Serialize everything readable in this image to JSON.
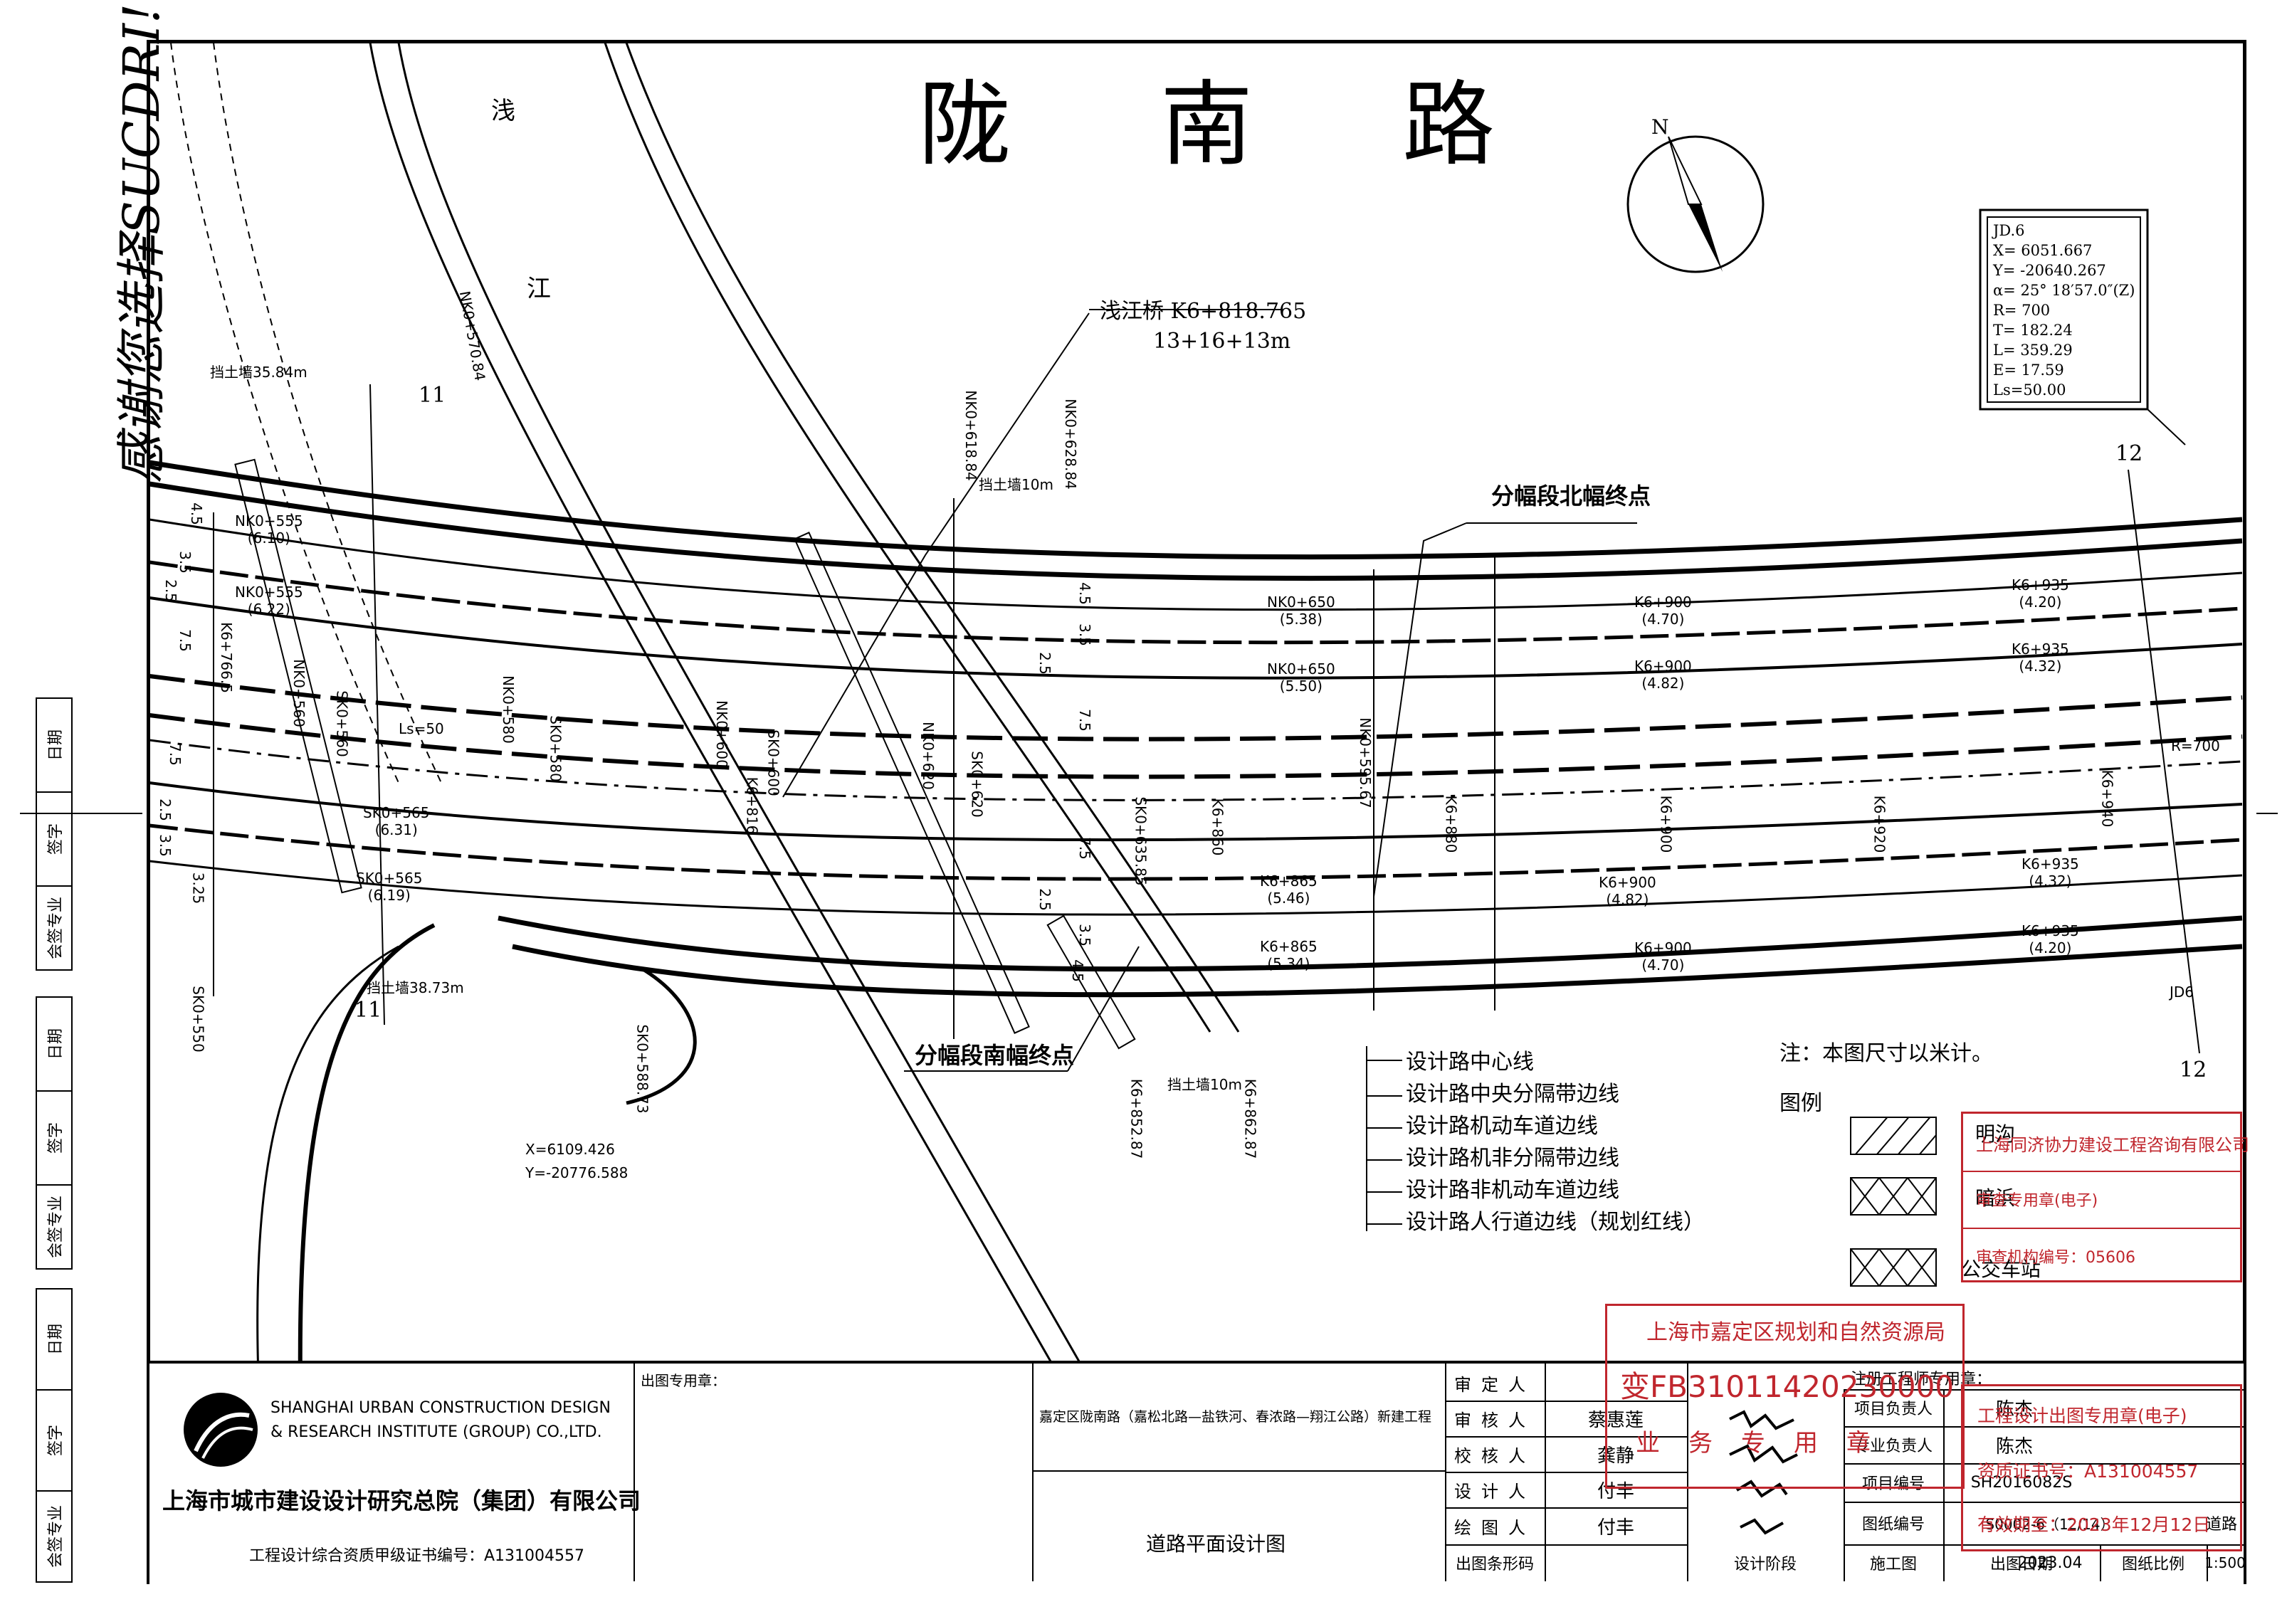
{
  "drawing": {
    "road_name": "陇南路",
    "bridge_label": "浅江桥 K6+818.765",
    "bridge_span": "13+16+13m",
    "river_chars": [
      "浅",
      "江"
    ],
    "north_label": "N",
    "jd6": {
      "lines": [
        "JD.6",
        "X= 6051.667",
        "Y= -20640.267",
        "α= 25° 18′57.0″(Z)",
        "R= 700",
        "T= 182.24",
        "L= 359.29",
        "E= 17.59",
        "Ls=50.00"
      ]
    },
    "callouts": {
      "north_end": "分幅段北幅终点",
      "south_end": "分幅段南幅终点"
    },
    "wall_labels": [
      "挡土墙35.84m",
      "挡土墙10m",
      "挡土墙38.73m",
      "挡土墙10m"
    ],
    "section_labels": [
      "11",
      "11",
      "12",
      "12"
    ],
    "coords": {
      "x": "X=6109.426",
      "y": "Y=-20776.588"
    },
    "radius_label": "R=700",
    "ls_label": "Ls=50",
    "jd_point_label": "JD6",
    "stations_rotated": [
      "NK0+570.84",
      "NK0+618.84",
      "NK0+628.84",
      "K6+766.5",
      "NK0+560",
      "SK0+560",
      "NK0+580",
      "SK0+580",
      "NK0+600",
      "SK0+600",
      "NK0+620",
      "SK0+620",
      "K6+816",
      "NK0+595.67",
      "K6+880",
      "K6+900",
      "K6+920",
      "K6+940",
      "SK0+550",
      "SK0+588.73",
      "K6+852.87",
      "K6+862.87",
      "K6+860",
      "SK0+635.85"
    ],
    "stations_flat": [
      {
        "st": "NK0+555",
        "el": "(6.10)"
      },
      {
        "st": "NK0+555",
        "el": "(6.22)"
      },
      {
        "st": "NK0+650",
        "el": "(5.38)"
      },
      {
        "st": "NK0+650",
        "el": "(5.50)"
      },
      {
        "st": "K6+900",
        "el": "(4.70)"
      },
      {
        "st": "K6+900",
        "el": "(4.82)"
      },
      {
        "st": "K6+935",
        "el": "(4.20)"
      },
      {
        "st": "K6+935",
        "el": "(4.32)"
      },
      {
        "st": "SK0+565",
        "el": "(6.31)"
      },
      {
        "st": "SK0+565",
        "el": "(6.19)"
      },
      {
        "st": "K6+865",
        "el": "(5.46)"
      },
      {
        "st": "K6+865",
        "el": "(5.34)"
      },
      {
        "st": "K6+900",
        "el": "(4.82)"
      },
      {
        "st": "K6+900",
        "el": "(4.70)"
      },
      {
        "st": "K6+935",
        "el": "(4.32)"
      },
      {
        "st": "K6+935",
        "el": "(4.20)"
      }
    ],
    "widths": [
      "4.5",
      "3.5",
      "2.5",
      "7.5",
      "7.5",
      "2.5",
      "3.5",
      "3.25",
      "4.5",
      "3.5",
      "2.5",
      "7.5",
      "7.5",
      "2.5",
      "3.5",
      "4.5"
    ],
    "legend_lines": [
      "设计路中心线",
      "设计路中央分隔带边线",
      "设计路机动车道边线",
      "设计路机非分隔带边线",
      "设计路非机动车道边线",
      "设计路人行道边线（规划红线）"
    ],
    "note": "注：本图尺寸以米计。",
    "legend_title": "图例",
    "legend_items": [
      "明沟",
      "暗浜",
      "公交车站"
    ]
  },
  "side": {
    "slogan": "感谢您选择SUCDRI!",
    "sig_labels_top": [
      "日期",
      "签字",
      "会签专业"
    ],
    "sig_labels_mid": [
      "日期",
      "签字",
      "会签专业"
    ],
    "sig_labels_bot": [
      "日期",
      "签字",
      "会签专业"
    ]
  },
  "title_block": {
    "company_en_1": "SHANGHAI URBAN CONSTRUCTION DESIGN",
    "company_en_2": "& RESEARCH INSTITUTE (GROUP) CO.,LTD.",
    "company_cn": "上海市城市建设设计研究总院（集团）有限公司",
    "cert": "工程设计综合资质甲级证书编号：A131004557",
    "out_stamp_label": "出图专用章：",
    "project": "嘉定区陇南路（嘉松北路—盐铁河、春浓路—翔江公路）新建工程",
    "drawing_title": "道路平面设计图",
    "roles": [
      "审定人",
      "审核人",
      "校核人",
      "设计人",
      "绘图人",
      "出图条形码"
    ],
    "names": [
      "",
      "蔡惠莲",
      "龚静",
      "付丰",
      "付丰",
      ""
    ],
    "reg_engineer_label": "注册工程师专用章：",
    "right_labels": [
      "项目负责人",
      "专业负责人",
      "项目编号",
      "图纸编号",
      "设计阶段",
      "出图日期"
    ],
    "right_values": [
      "陈杰",
      "陈杰",
      "SH2016082S",
      "S0002-6（12/14）",
      "施工图",
      "2023.04"
    ],
    "scale_label": "图纸比例",
    "scale_value": "1:500",
    "edition_value": "道路"
  },
  "stamps": {
    "gov_1": "上海市嘉定区规划和自然资源局",
    "gov_2": "变FB31011420230000",
    "gov_3": "业务专用章",
    "firm_1": "上海同济协力建设工程咨询有限公司",
    "firm_2": "审查专用章(电子)",
    "firm_3": "审查机构编号：05606",
    "el_1": "工程设计出图专用章(电子)",
    "el_2": "资质证书号：A131004557",
    "el_3": "有效期至：2023年12月12日"
  },
  "colors": {
    "stamp_red": "#c0262d",
    "line": "#000000"
  }
}
